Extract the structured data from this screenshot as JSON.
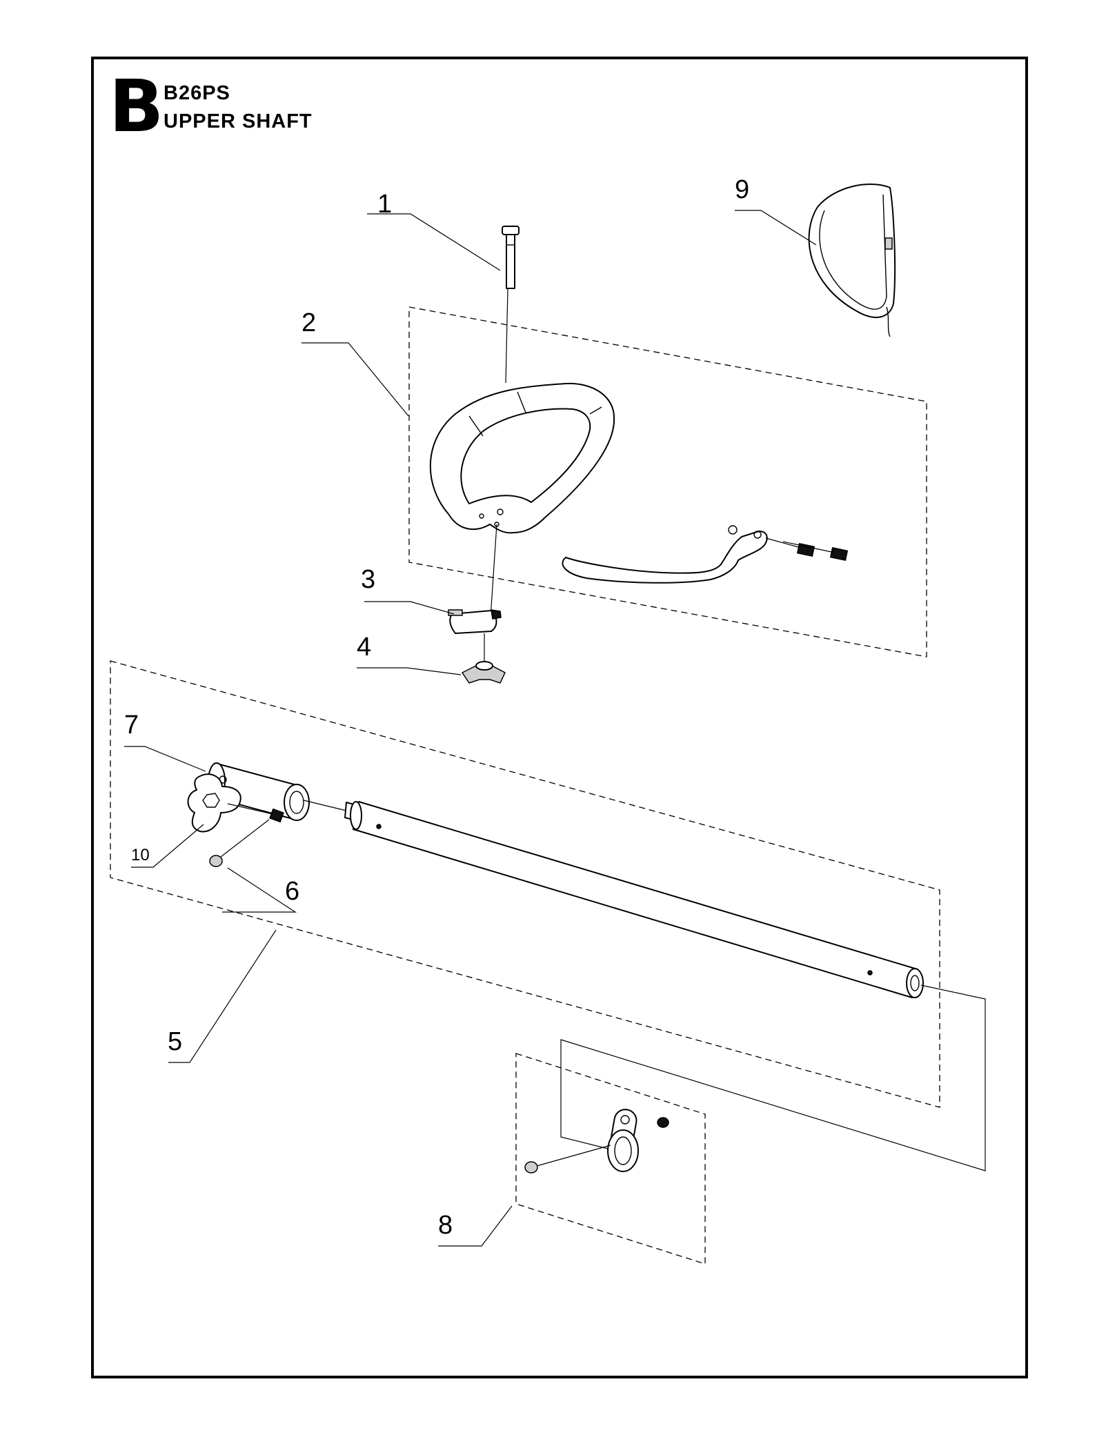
{
  "header": {
    "section_letter": "B",
    "model": "B26PS",
    "title": "UPPER SHAFT"
  },
  "callouts": [
    {
      "number": "1",
      "part": "bolt"
    },
    {
      "number": "2",
      "part": "loop-handle"
    },
    {
      "number": "3",
      "part": "clamp"
    },
    {
      "number": "4",
      "part": "wing-nut"
    },
    {
      "number": "5",
      "part": "upper-shaft-assembly"
    },
    {
      "number": "6",
      "part": "screw"
    },
    {
      "number": "7",
      "part": "shaft-coupler"
    },
    {
      "number": "8",
      "part": "shaft-clamp-kit"
    },
    {
      "number": "9",
      "part": "harness-strap"
    },
    {
      "number": "10",
      "part": "knob"
    }
  ]
}
